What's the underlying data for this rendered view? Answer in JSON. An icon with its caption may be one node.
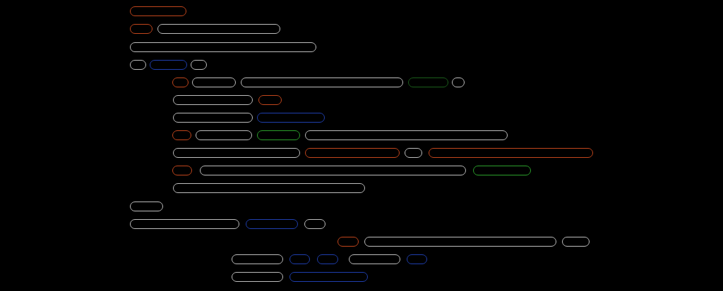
{
  "diagram": {
    "nodes": [
      {
        "text": [],
        "shape": "pill"
      },
      {
        "text": [],
        "shape": "pill"
      },
      {
        "text": [],
        "shape": "pill"
      },
      {
        "text": [],
        "shape": "pill"
      },
      {
        "text": [],
        "shape": "pill"
      },
      {
        "text": [],
        "shape": "pill"
      },
      {
        "text": [],
        "shape": "pill"
      },
      {
        "text": [],
        "shape": "pill"
      },
      {
        "text": [],
        "shape": "pill"
      },
      {
        "text": [],
        "shape": "pill"
      },
      {
        "text": [],
        "shape": "pill"
      },
      {
        "text": [],
        "shape": "pill"
      },
      {
        "text": [],
        "shape": "pill"
      },
      {
        "text": [],
        "shape": "pill"
      },
      {
        "text": [],
        "shape": "pill"
      },
      {
        "text": [],
        "shape": "pill"
      },
      {
        "text": [],
        "shape": "pill"
      },
      {
        "text": [],
        "shape": "pill"
      },
      {
        "text": [],
        "shape": "pill"
      },
      {
        "text": [],
        "shape": "pill"
      },
      {
        "text": [],
        "shape": "pill"
      },
      {
        "text": [],
        "shape": "pill"
      },
      {
        "text": [],
        "shape": "pill"
      },
      {
        "text": [],
        "shape": "pill"
      },
      {
        "text": [],
        "shape": "pill"
      },
      {
        "text": [],
        "shape": "pill"
      },
      {
        "text": [],
        "shape": "pill"
      },
      {
        "text": [],
        "shape": "pill"
      },
      {
        "text": [],
        "shape": "pill"
      },
      {
        "text": [],
        "shape": "pill"
      },
      {
        "text": [],
        "shape": "pill"
      },
      {
        "text": [],
        "shape": "pill"
      },
      {
        "text": [],
        "shape": "pill"
      },
      {
        "text": [],
        "shape": "pill"
      },
      {
        "text": [],
        "shape": "pill"
      },
      {
        "text": [],
        "shape": "pill"
      },
      {
        "text": [],
        "shape": "pill"
      },
      {
        "text": [],
        "shape": "pill"
      },
      {
        "text": [],
        "shape": "pill"
      },
      {
        "text": [],
        "shape": "pill"
      },
      {
        "text": [],
        "shape": "pill"
      },
      {
        "text": [],
        "shape": "pill"
      }
    ]
  }
}
